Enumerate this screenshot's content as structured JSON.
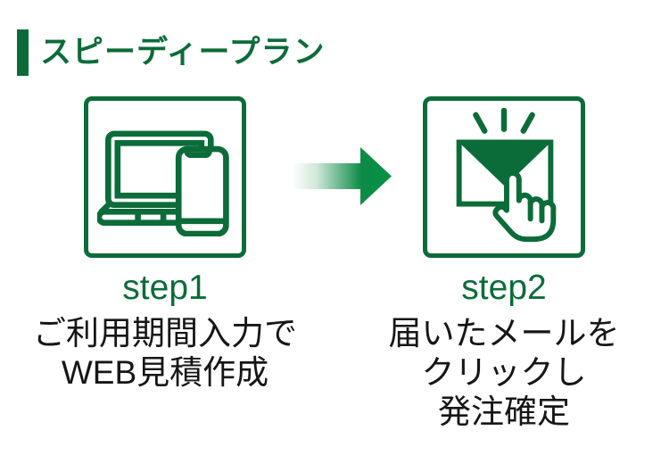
{
  "title": "スピーディープラン",
  "colors": {
    "accent_green": "#0b6c39",
    "arrow_green": "#069247",
    "text_black": "#161616",
    "background": "#ffffff"
  },
  "steps": [
    {
      "label": "step1",
      "icon": "laptop-and-smartphone-icon",
      "description_lines": [
        "ご利用期間入力で",
        "WEB見積作成"
      ]
    },
    {
      "label": "step2",
      "icon": "mail-click-icon",
      "description_lines": [
        "届いたメールを",
        "クリックし",
        "発注確定"
      ]
    }
  ],
  "arrow": {
    "icon": "arrow-right-icon",
    "direction": "right"
  }
}
